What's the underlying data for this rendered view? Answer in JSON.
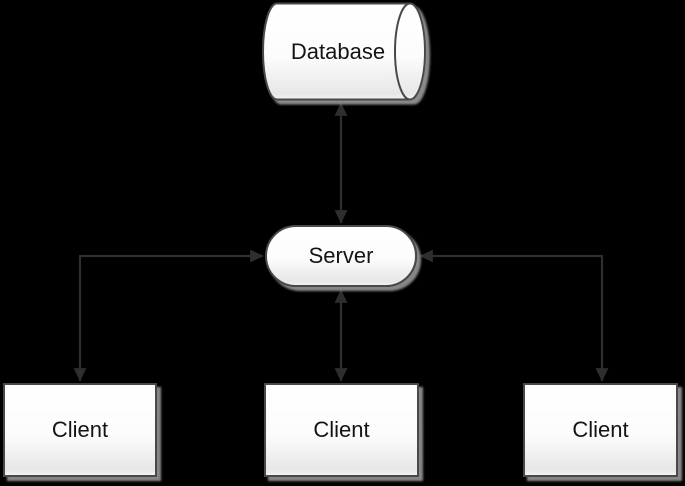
{
  "nodes": {
    "database": {
      "label": "Database",
      "shape": "cylinder"
    },
    "server": {
      "label": "Server",
      "shape": "rounded-rectangle"
    },
    "clients": [
      {
        "label": "Client"
      },
      {
        "label": "Client"
      },
      {
        "label": "Client"
      }
    ]
  },
  "edges": [
    {
      "from": "database",
      "to": "server",
      "arrows": "both",
      "style": "straight-vertical"
    },
    {
      "from": "server",
      "to": "client-middle",
      "arrows": "both",
      "style": "straight-vertical"
    },
    {
      "from": "server",
      "to": "client-left",
      "arrows": "both",
      "style": "elbow"
    },
    {
      "from": "server",
      "to": "client-right",
      "arrows": "both",
      "style": "elbow"
    }
  ],
  "colors": {
    "background": "#000000",
    "node_fill": "#ffffff",
    "node_border": "#494949",
    "node_shadow": "#999999",
    "connector": "#2e2e2e",
    "text": "#141414"
  }
}
